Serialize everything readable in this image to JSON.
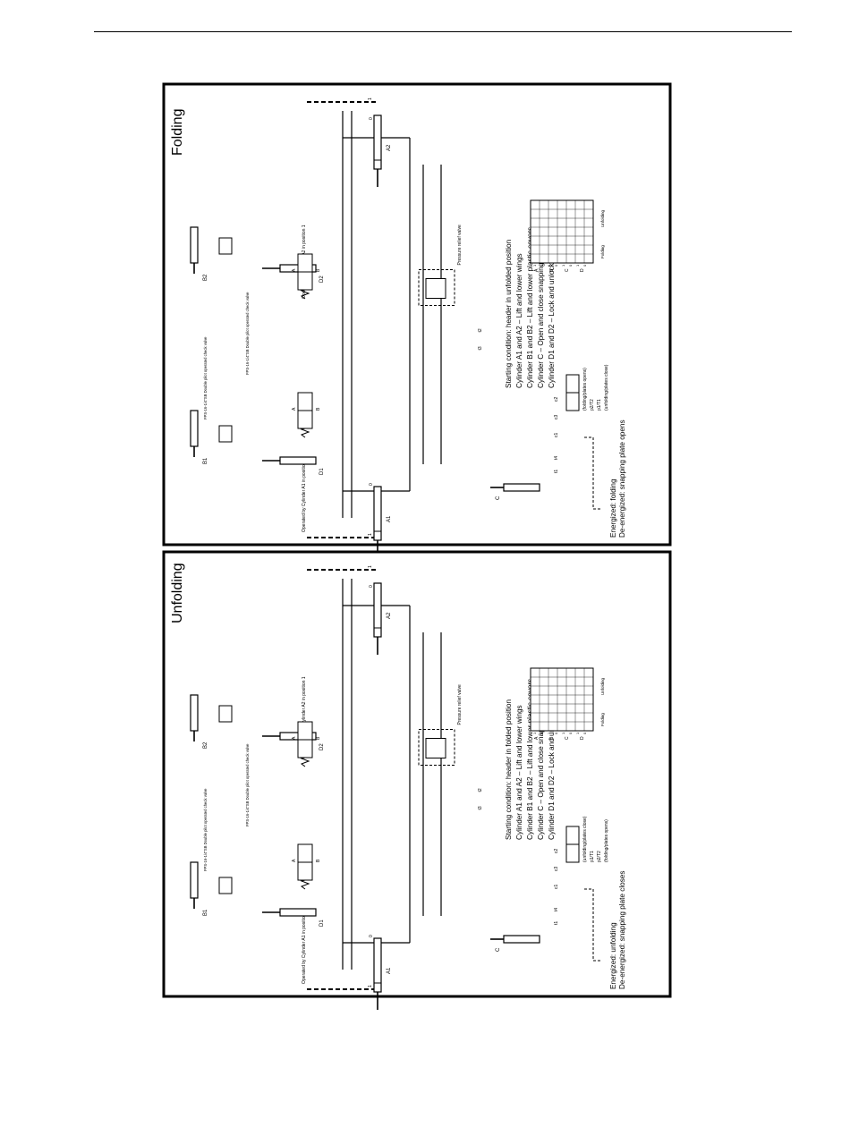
{
  "panels": [
    {
      "title": "Folding",
      "notes": [
        "Starting condition: header in unfolded position",
        "Cylinder A1 and A2 – Lift and lower wings",
        "Cylinder B1 and B2 – Lift and lower plastic covers",
        "Cylinder C – Open and close snapping plates",
        "Cylinder D1 and D2 – Lock and unlock wings"
      ],
      "energized": [
        "Energized: folding",
        "De-energized: snapping plate opens"
      ],
      "valve_boxes": [
        "(folding/plates opens)",
        "p2/T2",
        "p1/T1",
        "(unfolding/plates close)"
      ],
      "coil_labels": [
        "c1",
        "c3",
        "c2"
      ],
      "relief_label": "Pressure relief valve",
      "pilot_labels": [
        "FPS-16-1/4\"SB Double pilot operated check valve",
        "FPS-16-1/4\"SB Double pilot operated check valve"
      ],
      "operated_labels": [
        "Operated by Cylinder A1 in position 1",
        "Operated by Cylinder A2 in position 1"
      ],
      "cylinders": [
        "A1",
        "A2",
        "B1",
        "B2",
        "D1",
        "D2",
        "C"
      ],
      "port_labels": [
        "A",
        "B",
        "A",
        "B",
        "t1",
        "t2",
        "t3",
        "t4"
      ],
      "pos_labels": [
        "0",
        "1",
        "0",
        "1"
      ],
      "timing": {
        "rows": [
          "A",
          "B",
          "C",
          "D"
        ],
        "levels": [
          "1",
          "0",
          "1",
          "0",
          "1",
          "0",
          "1",
          "0"
        ],
        "phases": [
          "Folding",
          "Unfolding"
        ]
      }
    },
    {
      "title": "Unfolding",
      "notes": [
        "Starting condition: header in folded position",
        "Cylinder A1 and A2 – Lift and lower wings",
        "Cylinder B1 and B2 – Lift and lower plastic covers",
        "Cylinder C – Open and close snapping plates",
        "Cylinder D1 and D2 – Lock and unlock wings"
      ],
      "energized": [
        "Energized: unfolding",
        "De-energized: snapping plate closes"
      ],
      "valve_boxes": [
        "(unfolding/plates close)",
        "p1/T1",
        "p2/T2",
        "(folding/plates opens)"
      ],
      "coil_labels": [
        "c1",
        "c3",
        "c2"
      ],
      "relief_label": "Pressure relief valve",
      "pilot_labels": [
        "FPS-16-1/4\"SB Double pilot operated check valve",
        "FPS-16-1/4\"SB Double pilot operated check valve"
      ],
      "operated_labels": [
        "Operated by Cylinder A1 in position 1",
        "Operated by Cylinder A2 in position 1"
      ],
      "cylinders": [
        "A1",
        "A2",
        "B1",
        "B2",
        "D1",
        "D2",
        "C"
      ],
      "port_labels": [
        "A",
        "B",
        "A",
        "B",
        "t1",
        "t2",
        "t3",
        "t4"
      ],
      "pos_labels": [
        "0",
        "1",
        "0",
        "1"
      ],
      "timing": {
        "rows": [
          "A",
          "B",
          "C",
          "D"
        ],
        "levels": [
          "1",
          "0",
          "1",
          "0",
          "1",
          "0",
          "1",
          "0"
        ],
        "phases": [
          "Folding",
          "Unfolding"
        ]
      }
    }
  ]
}
